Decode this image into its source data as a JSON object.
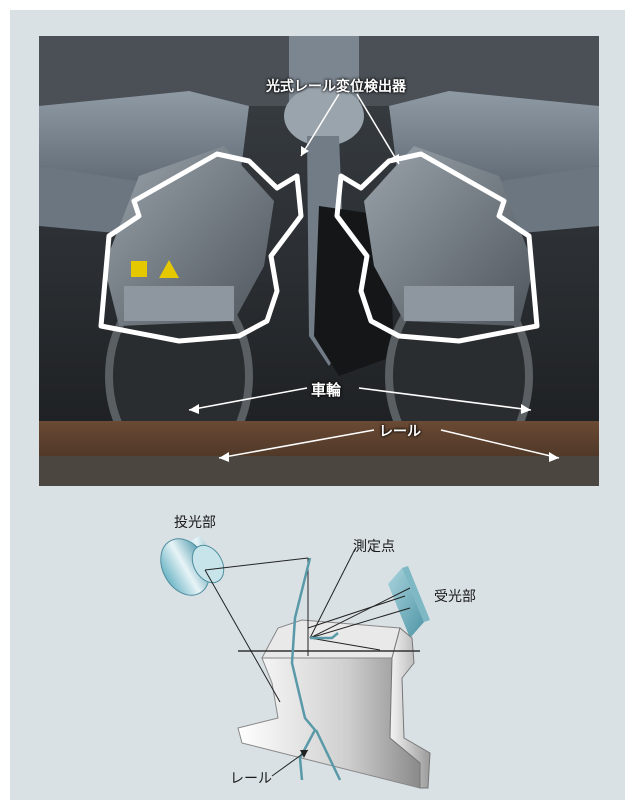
{
  "photo": {
    "label_detector": "光式レール変位検出器",
    "label_wheel": "車輪",
    "label_rail": "レール"
  },
  "diagram": {
    "label_emitter": "投光部",
    "label_point": "測定点",
    "label_receiver": "受光部",
    "label_rail": "レール"
  },
  "colors": {
    "panel": "#d9e1e5",
    "measure_line": "#5a9aa8",
    "outline": "#ffffff"
  }
}
